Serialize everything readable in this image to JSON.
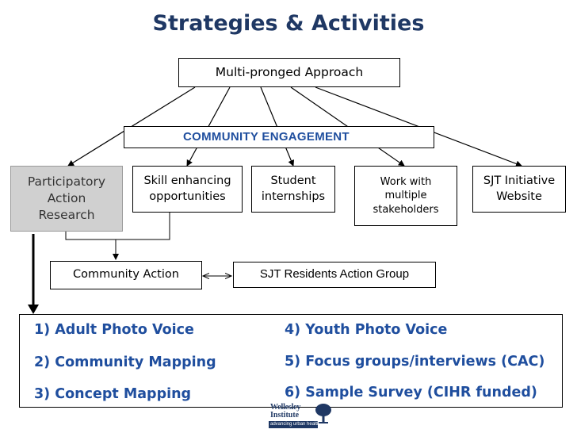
{
  "title": "Strategies & Activities",
  "approach": "Multi-pronged Approach",
  "engagement": "COMMUNITY ENGAGEMENT",
  "strategies": [
    {
      "lines": [
        "Participatory",
        "Action",
        "Research"
      ]
    },
    {
      "lines": [
        "Skill enhancing",
        "opportunities"
      ]
    },
    {
      "lines": [
        "Student",
        "internships"
      ]
    },
    {
      "lines": [
        "Work with",
        "multiple",
        "stakeholders"
      ]
    },
    {
      "lines": [
        "SJT Initiative",
        "Website"
      ]
    }
  ],
  "community_action": "Community Action",
  "residents_group": "SJT Residents  Action Group",
  "activities": [
    "1) Adult Photo Voice",
    "2) Community Mapping",
    "3) Concept Mapping",
    "4) Youth Photo Voice",
    "5) Focus groups/interviews (CAC)",
    "6) Sample Survey (CIHR funded)"
  ],
  "logo": {
    "line1": "Wellesley",
    "line2": "Institute",
    "tagline": "advancing urban health"
  },
  "colors": {
    "title": "#1f3864",
    "accent": "#1f4e9e",
    "par_fill": "#d0d0d0"
  }
}
